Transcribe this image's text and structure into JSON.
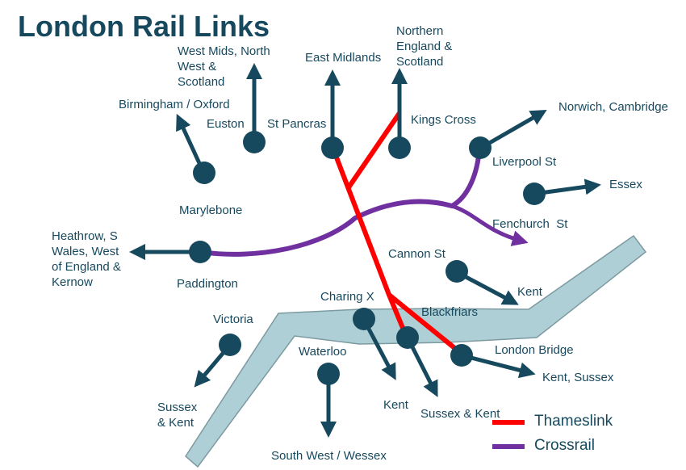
{
  "title": "London Rail Links",
  "colors": {
    "text": "#17495e",
    "node": "#17495e",
    "river_fill": "#aecfd6",
    "river_stroke": "#7d9aa1",
    "thameslink": "#ff0000",
    "crossrail": "#7030a0"
  },
  "stations": {
    "euston": "Euston",
    "st_pancras": "St Pancras",
    "kings_cross": "Kings Cross",
    "marylebone": "Marylebone",
    "paddington": "Paddington",
    "liverpool_st": "Liverpool St",
    "fenchurch_st": "Fenchurch  St",
    "cannon_st": "Cannon St",
    "charing_x": "Charing X",
    "blackfriars": "Blackfriars",
    "london_bridge": "London Bridge",
    "victoria": "Victoria",
    "waterloo": "Waterloo"
  },
  "destinations": {
    "west_mids": "West Mids, North\nWest &\nScotland",
    "east_midlands": "East Midlands",
    "northern_england": "Northern\nEngland &\nScotland",
    "birmingham_oxford": "Birmingham / Oxford",
    "norwich_cambridge": "Norwich, Cambridge",
    "essex": "Essex",
    "heathrow": "Heathrow, S\nWales, West\nof England &\nKernow",
    "kent_cannon": "Kent",
    "kent_sussex": "Kent, Sussex",
    "sussex_kent_victoria": "Sussex\n& Kent",
    "south_west_wessex": "South West / Wessex",
    "kent_charing": "Kent",
    "sussex_kent_blackfriars": "Sussex & Kent"
  },
  "legend": {
    "thameslink": "Thameslink",
    "crossrail": "Crossrail"
  }
}
